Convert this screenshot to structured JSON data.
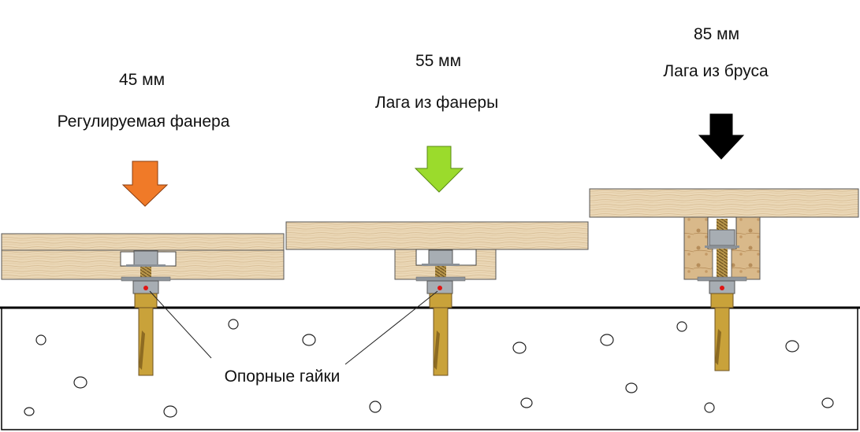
{
  "columns": [
    {
      "thickness": "45 мм",
      "title": "Регулируемая фанера",
      "arrow_color": "#f07a28"
    },
    {
      "thickness": "55 мм",
      "title": "Лага из фанеры",
      "arrow_color": "#9bdb2c"
    },
    {
      "thickness": "85 мм",
      "title": "Лага из бруса",
      "arrow_color": "#000000"
    }
  ],
  "annotation": "Опорные гайки",
  "colors": {
    "wood": "#e8d3b0",
    "wood_grain": "#caa77c",
    "concrete_outline": "#000000",
    "nut_marker": "#e01515",
    "bolt_gold": "#c9a23a",
    "steel": "#9aa0a6"
  }
}
